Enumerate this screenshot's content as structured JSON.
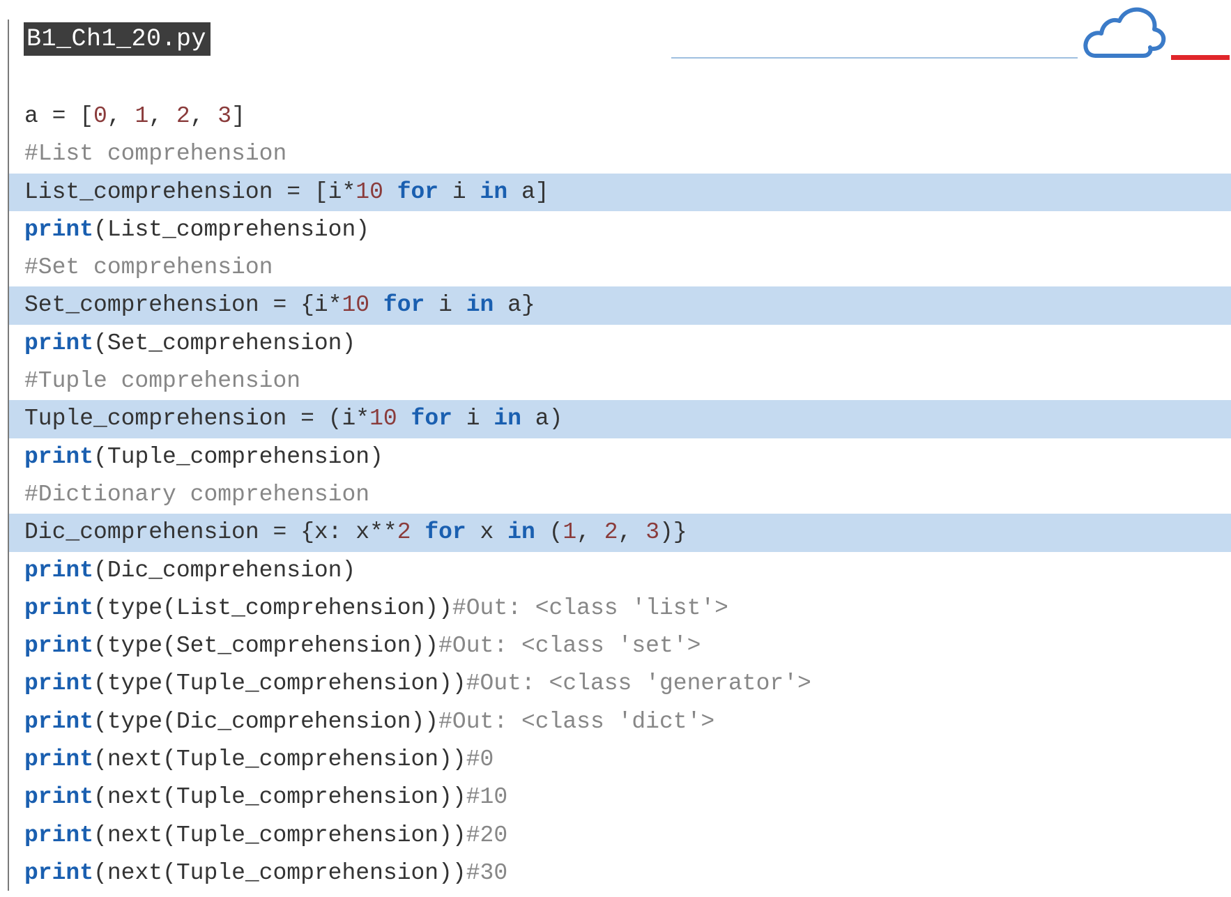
{
  "file": {
    "name": "B1_Ch1_20.py"
  },
  "icons": {
    "cloud": "cloud-icon"
  },
  "colors": {
    "keyword": "#1a5fb0",
    "number": "#8a3b3b",
    "comment": "#878787",
    "highlight": "#c5daf0",
    "filename_bg": "#3d3d3d",
    "accent_red": "#e0262b"
  },
  "code": {
    "line1": {
      "a": "a = [",
      "n0": "0",
      "b": ", ",
      "n1": "1",
      "c": ", ",
      "n2": "2",
      "d": ", ",
      "n3": "3",
      "e": "]"
    },
    "line2": "#List comprehension",
    "line3": {
      "a": "List_comprehension = [i*",
      "num": "10",
      "kw1": "for",
      "b": " i ",
      "kw2": "in",
      "c": " a]"
    },
    "line4": {
      "kw": "print",
      "rest": "(List_comprehension)"
    },
    "line5": "#Set comprehension",
    "line6": {
      "a": "Set_comprehension = {i*",
      "num": "10",
      "kw1": "for",
      "b": " i ",
      "kw2": "in",
      "c": " a}"
    },
    "line7": {
      "kw": "print",
      "rest": "(Set_comprehension)"
    },
    "line8": "#Tuple comprehension",
    "line9": {
      "a": "Tuple_comprehension = (i*",
      "num": "10",
      "kw1": "for",
      "b": " i ",
      "kw2": "in",
      "c": " a)"
    },
    "line10": {
      "kw": "print",
      "rest": "(Tuple_comprehension)"
    },
    "line11": "#Dictionary comprehension",
    "line12": {
      "a": "Dic_comprehension = {x: x**",
      "num": "2",
      "kw1": "for",
      "b": " x ",
      "kw2": "in",
      "c": " (",
      "n1": "1",
      "d": ", ",
      "n2": "2",
      "e": ", ",
      "n3": "3",
      "f": ")}"
    },
    "line13": {
      "kw": "print",
      "rest": "(Dic_comprehension)"
    },
    "line14": {
      "kw": "print",
      "rest": "(type(List_comprehension))",
      "comment": "#Out: <class 'list'>"
    },
    "line15": {
      "kw": "print",
      "rest": "(type(Set_comprehension))",
      "comment": "#Out: <class 'set'>"
    },
    "line16": {
      "kw": "print",
      "rest": "(type(Tuple_comprehension))",
      "comment": "#Out: <class 'generator'>"
    },
    "line17": {
      "kw": "print",
      "rest": "(type(Dic_comprehension))",
      "comment": "#Out: <class 'dict'>"
    },
    "line18": {
      "kw": "print",
      "rest": "(next(Tuple_comprehension))",
      "comment": "#0"
    },
    "line19": {
      "kw": "print",
      "rest": "(next(Tuple_comprehension))",
      "comment": "#10"
    },
    "line20": {
      "kw": "print",
      "rest": "(next(Tuple_comprehension))",
      "comment": "#20"
    },
    "line21": {
      "kw": "print",
      "rest": "(next(Tuple_comprehension))",
      "comment": "#30"
    }
  }
}
